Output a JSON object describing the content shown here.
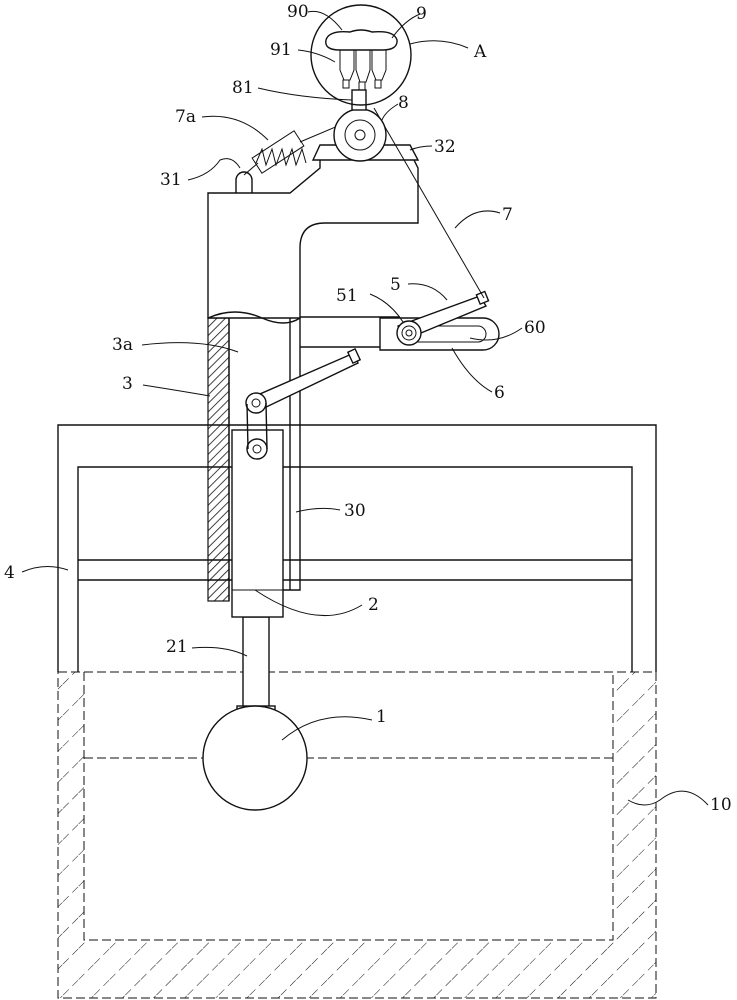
{
  "figure": {
    "labels": {
      "l90": "90",
      "l9": "9",
      "l91": "91",
      "lA": "A",
      "l81": "81",
      "l8": "8",
      "l7a": "7a",
      "l32": "32",
      "l31": "31",
      "l7": "7",
      "l5": "5",
      "l51": "51",
      "l60": "60",
      "l3a": "3a",
      "l3": "3",
      "l6": "6",
      "l30": "30",
      "l4": "4",
      "l2": "2",
      "l21": "21",
      "l1": "1",
      "l10": "10"
    }
  }
}
